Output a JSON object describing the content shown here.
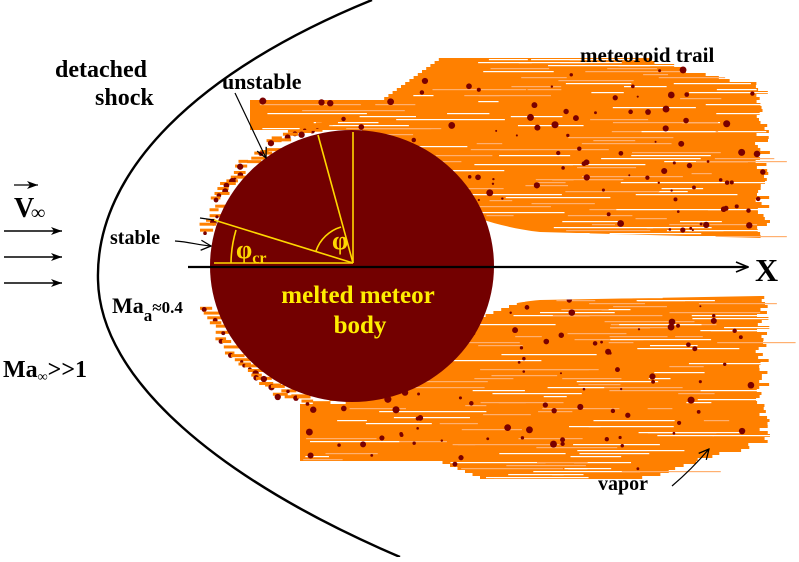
{
  "title": "Melted meteor body in hypersonic flow",
  "colors": {
    "background": "#ffffff",
    "body": "#730000",
    "trail": "#ff8000",
    "trail_light": "#ffb070",
    "particle": "#7a0000",
    "angle_lines": "#ffd700",
    "body_text": "#ffee00",
    "ink": "#000000"
  },
  "labels": {
    "detached_shock_line1": "detached",
    "detached_shock_line2": "shock",
    "unstable": "unstable",
    "stable": "stable",
    "meteoroid_trail": "meteoroid trail",
    "vapor": "vapor",
    "axis_x": "X",
    "velocity_symbol": "V",
    "velocity_subscript": "∞",
    "mach_a_prefix": "Ma",
    "mach_a_subscript": "a",
    "mach_a_value": "≈0.4",
    "mach_inf_prefix": "Ma",
    "mach_inf_subscript": "∞",
    "mach_inf_value": ">>1",
    "phi": "φ",
    "phi_cr": "φ",
    "phi_cr_subscript": "cr",
    "body_line1": "melted meteor",
    "body_line2": "body"
  },
  "flow": {
    "incoming_arrows": 3
  }
}
